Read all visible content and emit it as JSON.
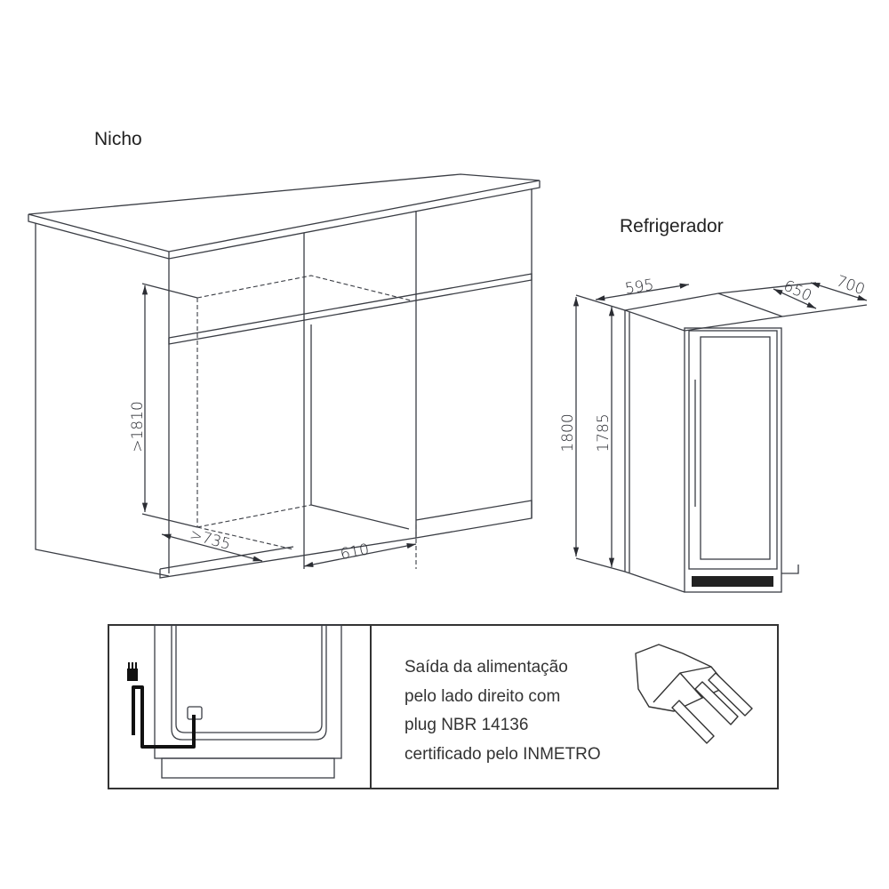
{
  "titles": {
    "niche": "Nicho",
    "fridge": "Refrigerador"
  },
  "niche_dimensions": {
    "height": ">1810",
    "depth": ">735",
    "width": "610"
  },
  "fridge_dimensions": {
    "width": "595",
    "depth_body": "650",
    "depth_door_open": "700",
    "height_total": "1800",
    "height_body": "1785"
  },
  "power_info": {
    "lines": [
      "Saída da alimentação",
      "pelo lado direito com",
      "plug NBR 14136",
      "certificado pelo INMETRO"
    ]
  }
}
